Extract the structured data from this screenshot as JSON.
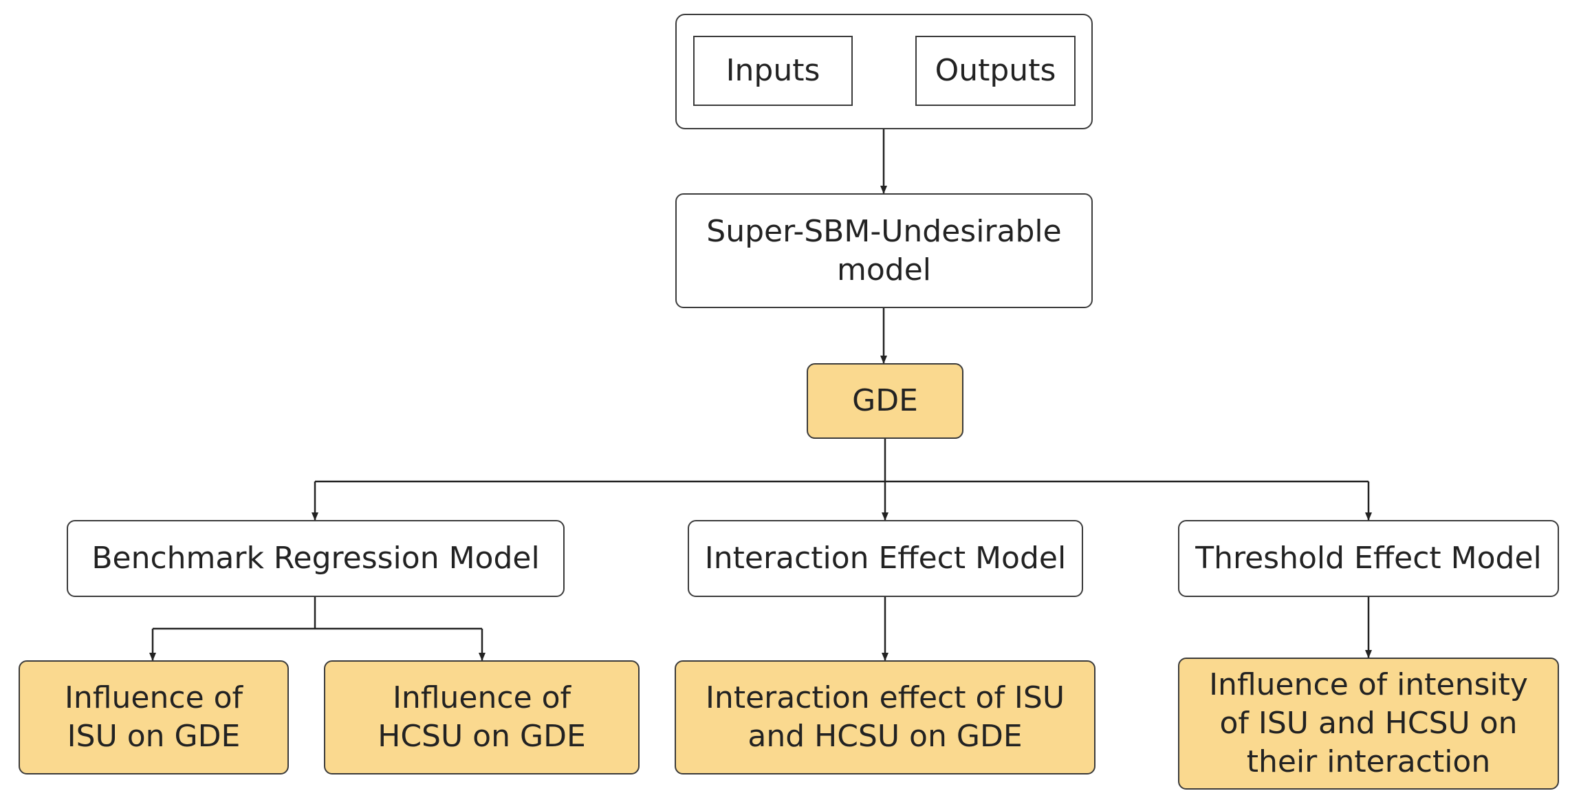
{
  "nodes": {
    "inputs": "Inputs",
    "outputs": "Outputs",
    "super_sbm": "Super-SBM-Undesirable model",
    "gde": "GDE",
    "benchmark": "Benchmark Regression Model",
    "interaction": "Interaction Effect Model",
    "threshold": "Threshold Effect Model",
    "isu_gde": "Influence of ISU on GDE",
    "hcsu_gde": "Influence of HCSU on GDE",
    "interaction_effect": "Interaction effect of ISU and HCSU on GDE",
    "intensity": "Influence of intensity of ISU and HCSU on their interaction"
  },
  "colors": {
    "highlight_fill": "#fad98f",
    "plain_fill": "#ffffff",
    "stroke": "#3a3a3a"
  }
}
